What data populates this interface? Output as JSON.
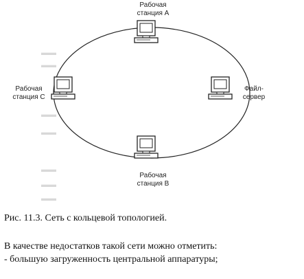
{
  "figure": {
    "nodes": {
      "station_a": {
        "line1": "Рабочая",
        "line2": "станция А"
      },
      "station_c": {
        "line1": "Рабочая",
        "line2": "станция С"
      },
      "file_server": {
        "line1": "Файл-",
        "line2": "сервер"
      },
      "station_b": {
        "line1": "Рабочая",
        "line2": "станция В"
      }
    },
    "icon": "desktop-computer-icon",
    "ring_color": "#222222"
  },
  "caption": "Рис. 11.3. Сеть с кольцевой топологией.",
  "paragraph": {
    "line1": "В качестве недостатков такой сети можно отметить:",
    "line2": "- большую загруженность центральной аппаратуры;"
  }
}
